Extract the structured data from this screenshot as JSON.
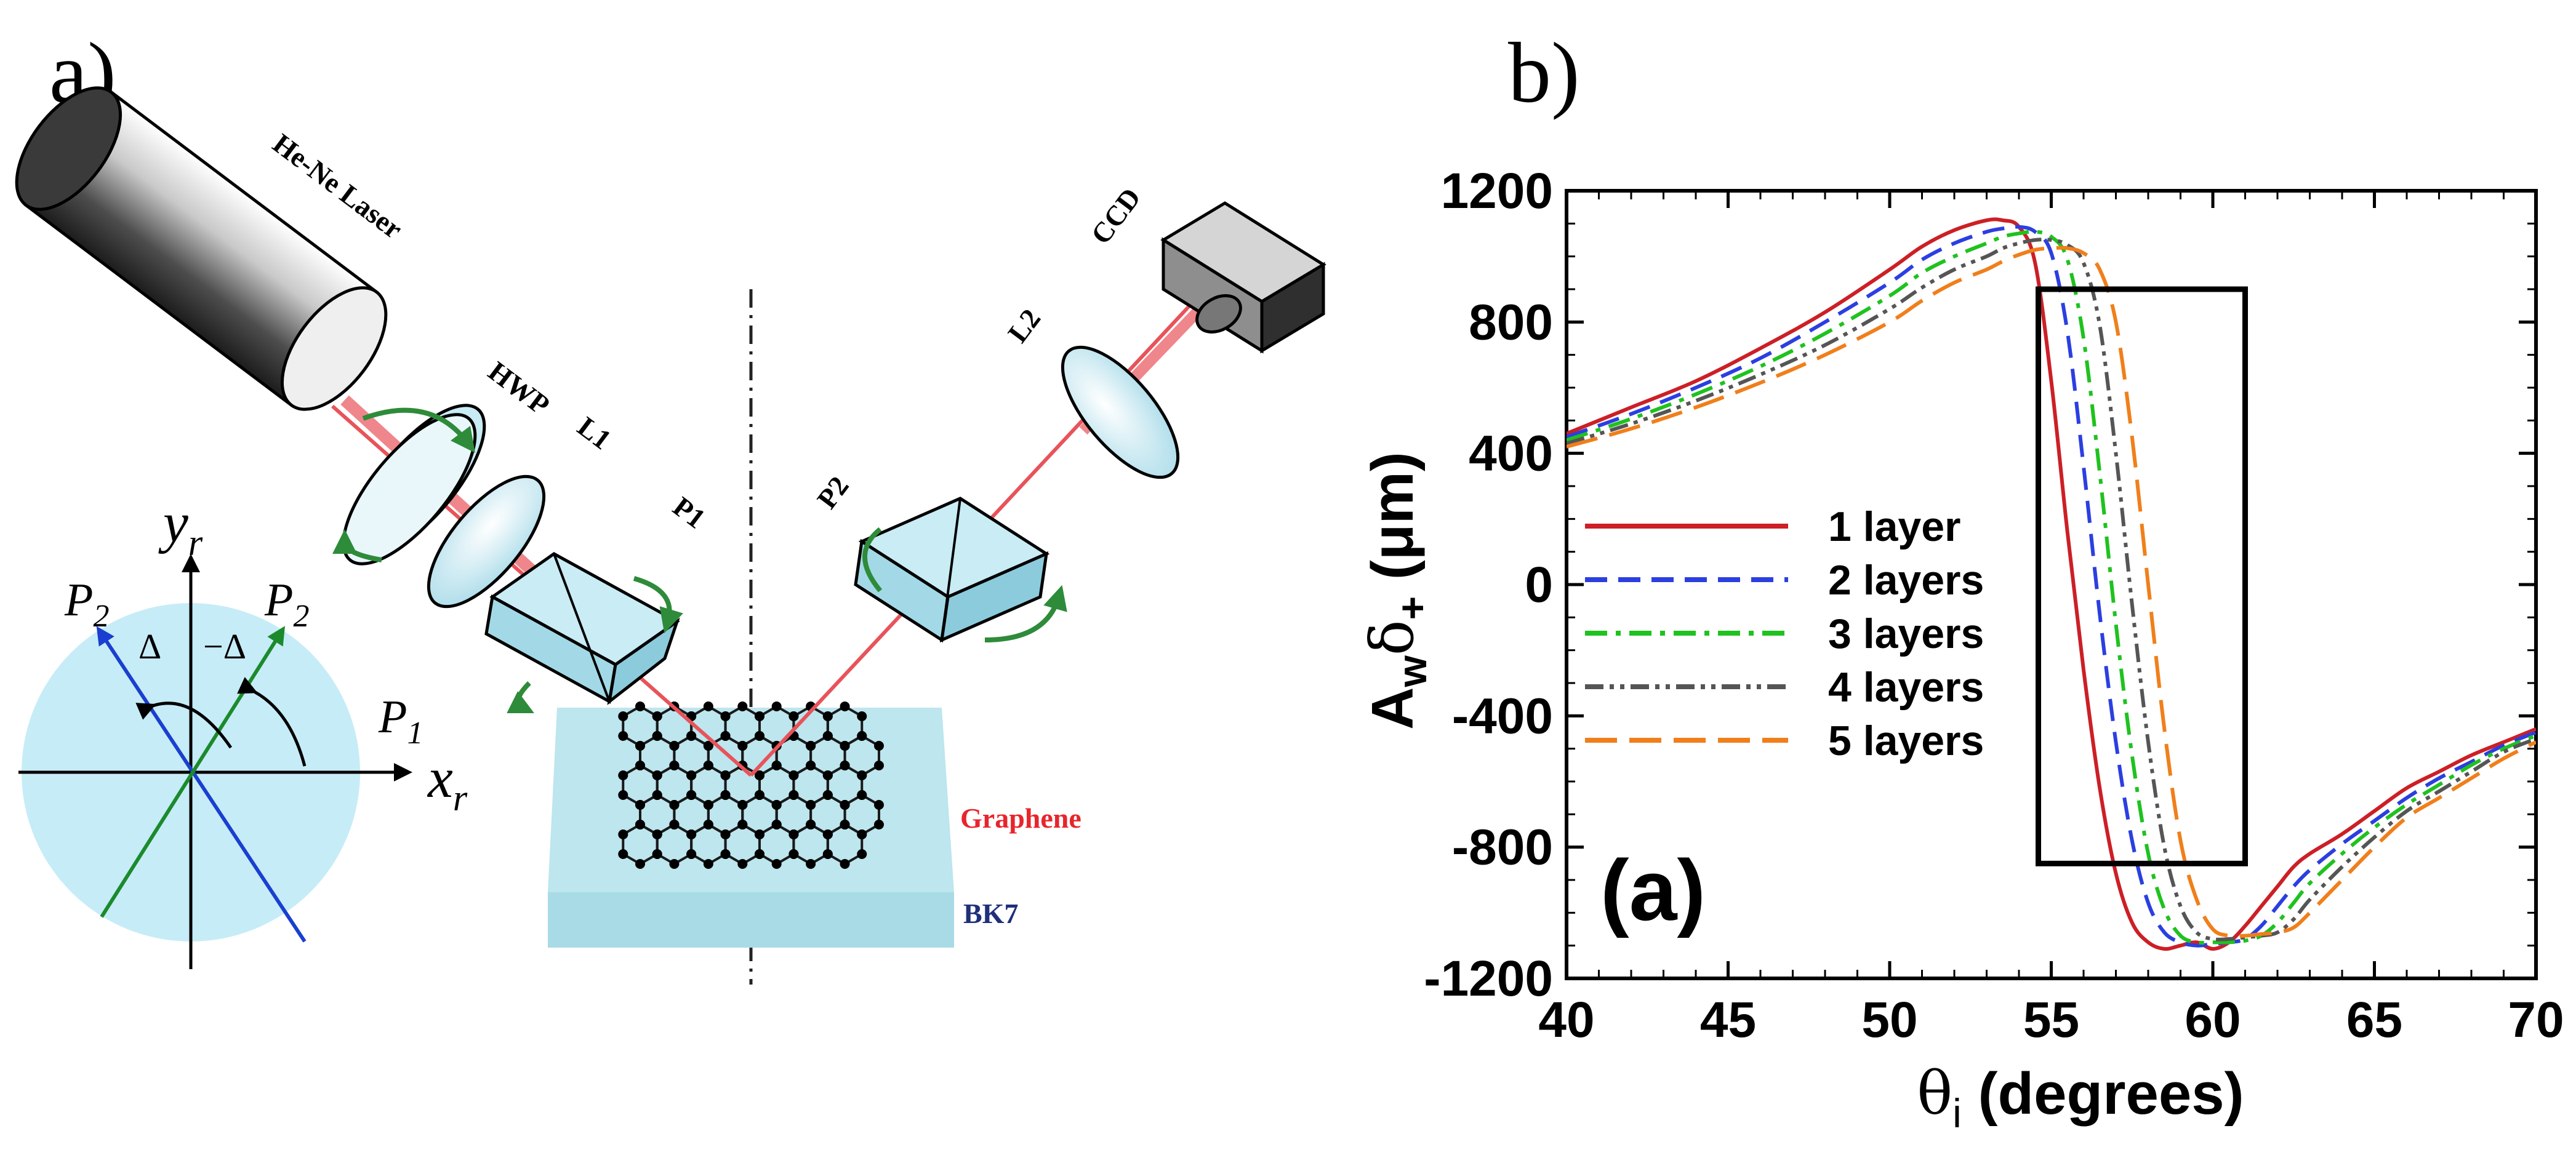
{
  "panel_a": {
    "label": "a)",
    "components": {
      "laser": "He-Ne Laser",
      "hwp": "HWP",
      "l1": "L1",
      "p1": "P1",
      "p2": "P2",
      "l2": "L2",
      "ccd": "CCD",
      "graphene": "Graphene",
      "bk7": "BK7"
    },
    "polarization_inset": {
      "y_axis": "y",
      "y_sub": "r",
      "x_axis": "x",
      "x_sub": "r",
      "p2_left": "P",
      "p2_left_sub": "2",
      "p2_right": "P",
      "p2_right_sub": "2",
      "p1": "P",
      "p1_sub": "1",
      "delta": "Δ",
      "minus_delta": "−Δ"
    },
    "colors": {
      "beam": "#e8535a",
      "substrate": "#bde6ee",
      "graphene_label": "#e8252c",
      "bk7_label": "#1f2f7a",
      "rotation_arrow": "#2e8b3a",
      "inset_circle": "#c6ecf7"
    }
  },
  "panel_b": {
    "label": "b)",
    "box_label": "(a)",
    "ylabel": {
      "a": "A",
      "w": "w",
      "delta": "δ",
      "plus": "+",
      "unit": " (μm)"
    },
    "xlabel": {
      "theta": "θ",
      "i": "i",
      "unit": " (degrees)"
    }
  },
  "chart_data": {
    "type": "line",
    "xlabel": "θi (degrees)",
    "ylabel": "Awδ+ (μm)",
    "xlim": [
      40,
      70
    ],
    "ylim": [
      -1200,
      1200
    ],
    "xticks": [
      "40",
      "45",
      "50",
      "55",
      "60",
      "65",
      "70"
    ],
    "yticks": [
      "1200",
      "800",
      "400",
      "0",
      "-400",
      "-800",
      "-1200"
    ],
    "legend_placement": "center-left",
    "grid": false,
    "annotation": "(a)",
    "x": [
      40,
      42,
      44,
      46,
      48,
      50,
      51,
      52,
      53,
      53.5,
      54,
      54.5,
      55,
      55.5,
      56,
      56.5,
      57,
      57.5,
      58,
      58.5,
      59,
      59.5,
      60,
      60.5,
      61,
      61.5,
      62,
      62.5,
      63,
      64,
      65,
      66,
      67,
      68,
      69,
      70
    ],
    "series": [
      {
        "name": "1 layer",
        "color": "#cc1f26",
        "dash": "solid",
        "values": [
          460,
          540,
          620,
          720,
          830,
          960,
          1030,
          1080,
          1110,
          1110,
          1090,
          980,
          620,
          160,
          -260,
          -620,
          -880,
          -1030,
          -1090,
          -1110,
          -1100,
          -1090,
          -1110,
          -1090,
          -1040,
          -980,
          -920,
          -860,
          -820,
          -760,
          -690,
          -620,
          -570,
          -520,
          -480,
          -440
        ]
      },
      {
        "name": "2 layers",
        "color": "#2b3fe0",
        "dash": "dashed",
        "values": [
          450,
          520,
          600,
          690,
          800,
          920,
          990,
          1040,
          1075,
          1085,
          1090,
          1075,
          1010,
          770,
          360,
          -90,
          -480,
          -780,
          -970,
          -1060,
          -1090,
          -1100,
          -1095,
          -1090,
          -1080,
          -1040,
          -980,
          -920,
          -870,
          -790,
          -720,
          -650,
          -590,
          -540,
          -490,
          -450
        ]
      },
      {
        "name": "3 layers",
        "color": "#1fc21f",
        "dash": "dashdot",
        "values": [
          440,
          505,
          580,
          665,
          765,
          880,
          950,
          1000,
          1040,
          1060,
          1070,
          1075,
          1060,
          990,
          750,
          340,
          -120,
          -520,
          -820,
          -990,
          -1070,
          -1090,
          -1090,
          -1090,
          -1085,
          -1070,
          -1030,
          -970,
          -910,
          -820,
          -740,
          -670,
          -610,
          -550,
          -500,
          -460
        ]
      },
      {
        "name": "4 layers",
        "color": "#555555",
        "dash": "dashdotdot",
        "values": [
          430,
          490,
          560,
          640,
          730,
          840,
          905,
          960,
          1000,
          1025,
          1040,
          1050,
          1050,
          1035,
          980,
          790,
          400,
          -60,
          -480,
          -800,
          -980,
          -1060,
          -1080,
          -1080,
          -1075,
          -1070,
          -1060,
          -1020,
          -960,
          -860,
          -770,
          -690,
          -630,
          -570,
          -510,
          -470
        ]
      },
      {
        "name": "5 layers",
        "color": "#f07f1b",
        "dash": "longdash",
        "values": [
          420,
          475,
          540,
          615,
          700,
          800,
          865,
          920,
          960,
          985,
          1005,
          1020,
          1025,
          1025,
          1010,
          960,
          800,
          450,
          0,
          -440,
          -780,
          -960,
          -1050,
          -1070,
          -1070,
          -1065,
          -1060,
          -1045,
          -1000,
          -900,
          -800,
          -710,
          -650,
          -590,
          -530,
          -480
        ]
      }
    ],
    "highlight_rectangle": {
      "x_range": [
        54.6,
        61
      ],
      "y_range": [
        -850,
        900
      ]
    }
  }
}
